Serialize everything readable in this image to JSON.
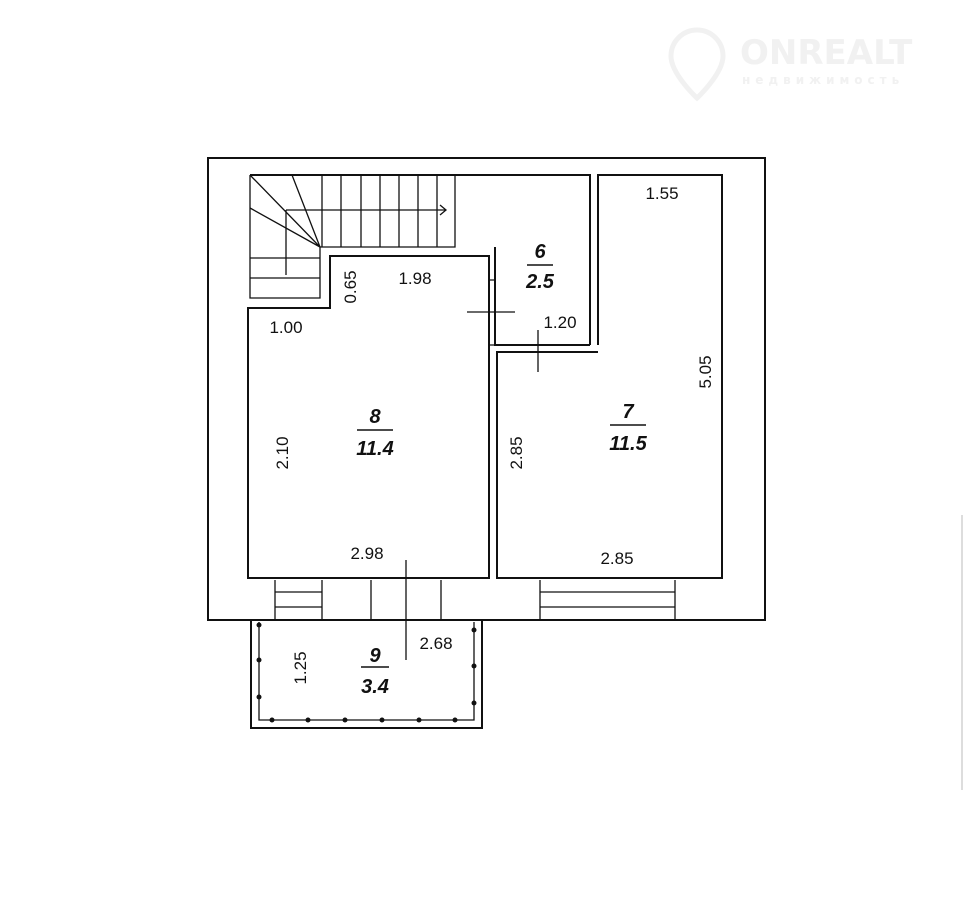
{
  "watermark": {
    "brand": "ONREALT",
    "subtitle": "недвижимость"
  },
  "rooms": [
    {
      "number": "6",
      "area": "2.5"
    },
    {
      "number": "7",
      "area": "11.5"
    },
    {
      "number": "8",
      "area": "11.4"
    },
    {
      "number": "9",
      "area": "3.4"
    }
  ],
  "dimensions": {
    "room7_top": "1.55",
    "room8_top": "1.98",
    "stair_offset": "0.65",
    "room8_left_top": "1.00",
    "room6_bottom": "1.20",
    "room7_right": "5.05",
    "room8_left": "2.10",
    "room7_left": "2.85",
    "room8_bottom": "2.98",
    "room7_bottom": "2.85",
    "balcony_top": "2.68",
    "balcony_left": "1.25"
  }
}
